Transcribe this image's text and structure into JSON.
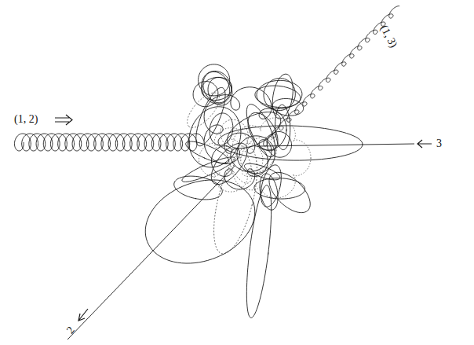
{
  "diagram": {
    "labels": [
      "(1, 2)",
      "3",
      "(1, 3)",
      "2"
    ]
  }
}
